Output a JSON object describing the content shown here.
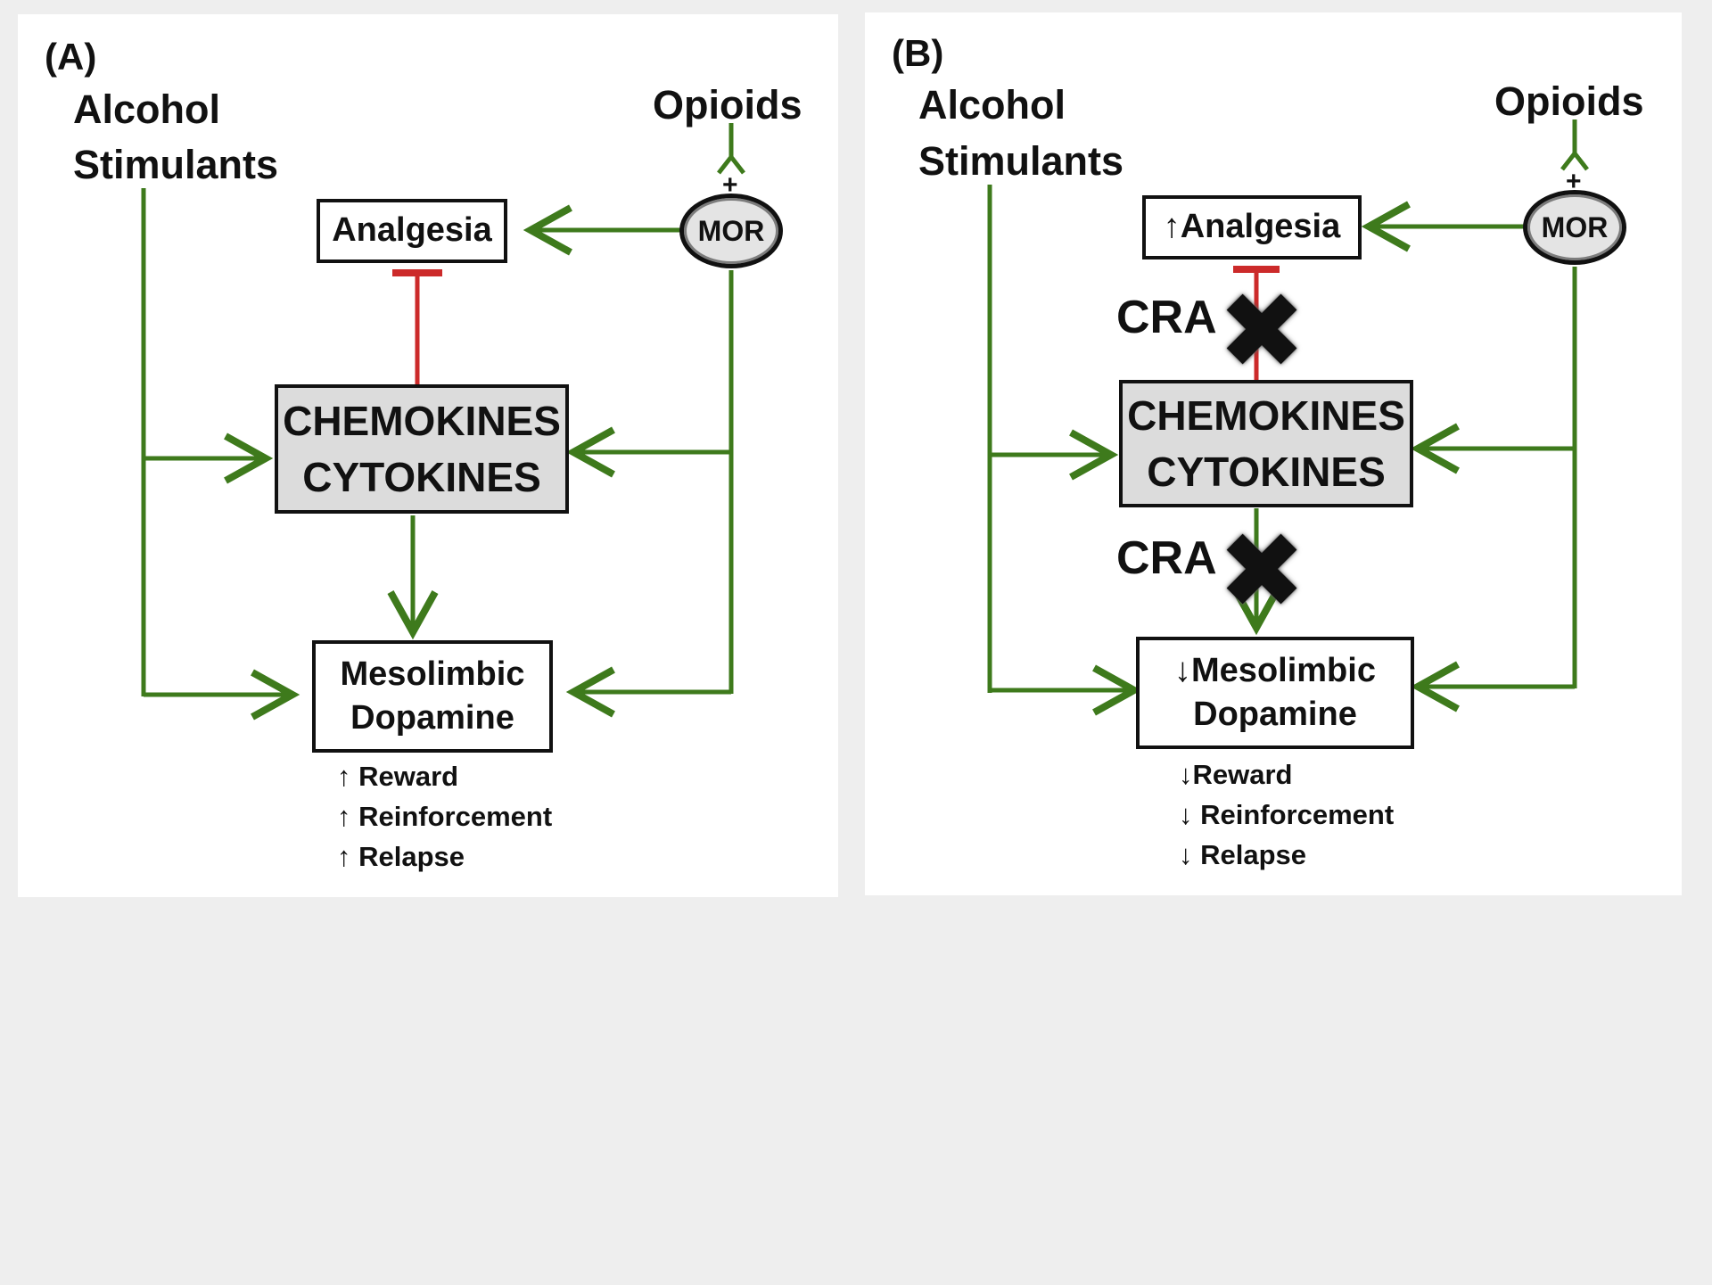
{
  "panel_a": {
    "label": "(A)",
    "drug_left_1": "Alcohol",
    "drug_left_2": "Stimulants",
    "drug_right": "Opioids",
    "plus": "+",
    "receptor": "MOR",
    "analgesia": "Analgesia",
    "central_1": "CHEMOKINES",
    "central_2": "CYTOKINES",
    "dopamine_1": "Mesolimbic",
    "dopamine_2": "Dopamine",
    "outcomes": [
      "↑ Reward",
      "↑ Reinforcement",
      "↑ Relapse"
    ]
  },
  "panel_b": {
    "label": "(B)",
    "drug_left_1": "Alcohol",
    "drug_left_2": "Stimulants",
    "drug_right": "Opioids",
    "plus": "+",
    "receptor": "MOR",
    "analgesia": "↑Analgesia",
    "central_1": "CHEMOKINES",
    "central_2": "CYTOKINES",
    "dopamine_1": "↓Mesolimbic",
    "dopamine_2": "Dopamine",
    "outcomes": [
      "↓Reward",
      "↓ Reinforcement",
      "↓ Relapse"
    ],
    "cra_1": "CRA",
    "cra_2": "CRA"
  },
  "colors": {
    "activating_arrow": "#3e7a1c",
    "inhibition": "#cc2a2a",
    "background": "#eeeeee",
    "central_box_fill": "#dcdcdc"
  }
}
